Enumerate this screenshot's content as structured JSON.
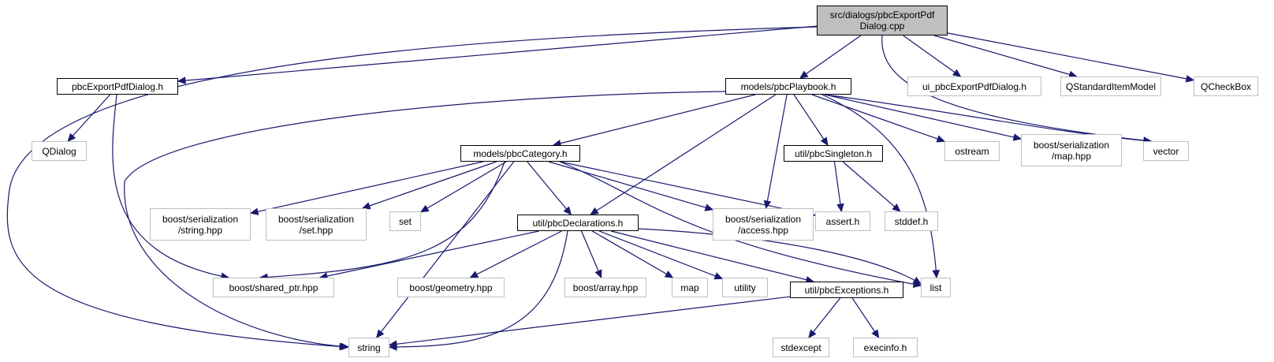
{
  "graph": {
    "nodes": [
      {
        "id": "root",
        "label": "src/dialogs/pbcExportPdf\nDialog.cpp",
        "kind": "main",
        "color": "#bfbfbf"
      },
      {
        "id": "exportdlg_h",
        "label": "pbcExportPdfDialog.h",
        "kind": "doc"
      },
      {
        "id": "playbook_h",
        "label": "models/pbcPlaybook.h",
        "kind": "doc"
      },
      {
        "id": "ui_h",
        "label": "ui_pbcExportPdfDialog.h",
        "kind": "ext"
      },
      {
        "id": "qsim",
        "label": "QStandardItemModel",
        "kind": "ext"
      },
      {
        "id": "qcheck",
        "label": "QCheckBox",
        "kind": "ext"
      },
      {
        "id": "qdialog",
        "label": "QDialog",
        "kind": "ext"
      },
      {
        "id": "category_h",
        "label": "models/pbcCategory.h",
        "kind": "doc"
      },
      {
        "id": "singleton_h",
        "label": "util/pbcSingleton.h",
        "kind": "doc"
      },
      {
        "id": "ostream",
        "label": "ostream",
        "kind": "ext"
      },
      {
        "id": "map_hpp",
        "label": "boost/serialization\n/map.hpp",
        "kind": "ext"
      },
      {
        "id": "vector",
        "label": "vector",
        "kind": "ext"
      },
      {
        "id": "string_hpp",
        "label": "boost/serialization\n/string.hpp",
        "kind": "ext"
      },
      {
        "id": "set_hpp",
        "label": "boost/serialization\n/set.hpp",
        "kind": "ext"
      },
      {
        "id": "set",
        "label": "set",
        "kind": "ext"
      },
      {
        "id": "access_hpp",
        "label": "boost/serialization\n/access.hpp",
        "kind": "ext"
      },
      {
        "id": "assert_h",
        "label": "assert.h",
        "kind": "ext"
      },
      {
        "id": "stddef_h",
        "label": "stddef.h",
        "kind": "ext"
      },
      {
        "id": "decl_h",
        "label": "util/pbcDeclarations.h",
        "kind": "doc"
      },
      {
        "id": "shared_ptr",
        "label": "boost/shared_ptr.hpp",
        "kind": "ext"
      },
      {
        "id": "geometry",
        "label": "boost/geometry.hpp",
        "kind": "ext"
      },
      {
        "id": "array",
        "label": "boost/array.hpp",
        "kind": "ext"
      },
      {
        "id": "map",
        "label": "map",
        "kind": "ext"
      },
      {
        "id": "utility",
        "label": "utility",
        "kind": "ext"
      },
      {
        "id": "exceptions_h",
        "label": "util/pbcExceptions.h",
        "kind": "doc"
      },
      {
        "id": "list",
        "label": "list",
        "kind": "ext"
      },
      {
        "id": "string",
        "label": "string",
        "kind": "ext"
      },
      {
        "id": "stdexcept",
        "label": "stdexcept",
        "kind": "ext"
      },
      {
        "id": "execinfo",
        "label": "execinfo.h",
        "kind": "ext"
      }
    ],
    "edges": [
      {
        "from": "root",
        "to": "exportdlg_h"
      },
      {
        "from": "root",
        "to": "playbook_h"
      },
      {
        "from": "root",
        "to": "ui_h"
      },
      {
        "from": "root",
        "to": "qsim"
      },
      {
        "from": "root",
        "to": "qcheck"
      },
      {
        "from": "root",
        "to": "vector"
      },
      {
        "from": "root",
        "to": "string"
      },
      {
        "from": "exportdlg_h",
        "to": "qdialog"
      },
      {
        "from": "exportdlg_h",
        "to": "shared_ptr"
      },
      {
        "from": "playbook_h",
        "to": "category_h"
      },
      {
        "from": "playbook_h",
        "to": "singleton_h"
      },
      {
        "from": "playbook_h",
        "to": "ostream"
      },
      {
        "from": "playbook_h",
        "to": "map_hpp"
      },
      {
        "from": "playbook_h",
        "to": "vector"
      },
      {
        "from": "playbook_h",
        "to": "access_hpp"
      },
      {
        "from": "playbook_h",
        "to": "decl_h"
      },
      {
        "from": "playbook_h",
        "to": "list"
      },
      {
        "from": "playbook_h",
        "to": "string"
      },
      {
        "from": "category_h",
        "to": "string_hpp"
      },
      {
        "from": "category_h",
        "to": "set_hpp"
      },
      {
        "from": "category_h",
        "to": "set"
      },
      {
        "from": "category_h",
        "to": "decl_h"
      },
      {
        "from": "category_h",
        "to": "access_hpp"
      },
      {
        "from": "category_h",
        "to": "assert_h"
      },
      {
        "from": "category_h",
        "to": "shared_ptr"
      },
      {
        "from": "category_h",
        "to": "list"
      },
      {
        "from": "category_h",
        "to": "string"
      },
      {
        "from": "singleton_h",
        "to": "assert_h"
      },
      {
        "from": "singleton_h",
        "to": "stddef_h"
      },
      {
        "from": "decl_h",
        "to": "shared_ptr"
      },
      {
        "from": "decl_h",
        "to": "geometry"
      },
      {
        "from": "decl_h",
        "to": "array"
      },
      {
        "from": "decl_h",
        "to": "map"
      },
      {
        "from": "decl_h",
        "to": "utility"
      },
      {
        "from": "decl_h",
        "to": "exceptions_h"
      },
      {
        "from": "decl_h",
        "to": "list"
      },
      {
        "from": "decl_h",
        "to": "string"
      },
      {
        "from": "exceptions_h",
        "to": "string"
      },
      {
        "from": "exceptions_h",
        "to": "stdexcept"
      },
      {
        "from": "exceptions_h",
        "to": "execinfo"
      }
    ]
  },
  "colors": {
    "edge": "#191970",
    "documented_border": "#000000",
    "external_border": "#bfbfbf",
    "main_fill": "#bfbfbf"
  }
}
